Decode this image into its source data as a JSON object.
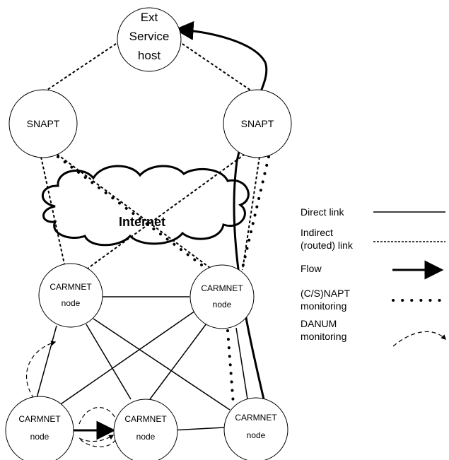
{
  "nodes": {
    "ext": {
      "line1": "Ext",
      "line2": "Service",
      "line3": "host"
    },
    "snapt_left": {
      "label": "SNAPT"
    },
    "snapt_right": {
      "label": "SNAPT"
    },
    "carm_mid_left": {
      "line1": "CARMNET",
      "line2": "node"
    },
    "carm_mid_right": {
      "line1": "CARMNET",
      "line2": "node"
    },
    "carm_bot_left": {
      "line1": "CARMNET",
      "line2": "node"
    },
    "carm_bot_mid": {
      "line1": "CARMNET",
      "line2": "node"
    },
    "carm_bot_right": {
      "line1": "CARMNET",
      "line2": "node"
    }
  },
  "cloud": {
    "label": "Internet"
  },
  "legend": {
    "direct": "Direct link",
    "indirect1": "Indirect",
    "indirect2": "(routed) link",
    "flow": "Flow",
    "napt1": "(C/S)NAPT",
    "napt2": "monitoring",
    "danum1": "DANUM",
    "danum2": "monitoring"
  }
}
